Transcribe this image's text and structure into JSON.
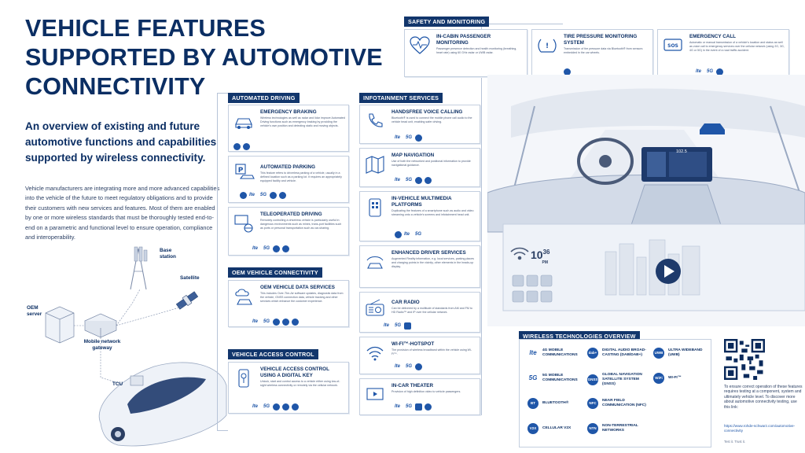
{
  "title": "VEHICLE FEATURES SUPPORTED BY AUTOMOTIVE CONNECTIVITY",
  "subtitle": "An overview of existing and future automotive functions and capabilities supported by wireless connectivity.",
  "intro": "Vehicle manufacturers are integrating more and more advanced capabilities into the vehicle of the future to meet regulatory obligations and to provide their customers with new services and features. Most of them are enabled by one or more wireless standards that must be thoroughly tested end-to-end on a parametric and functional level to ensure operation, compliance and interoperability.",
  "network": {
    "base_station": "Base station",
    "satellite": "Satellite",
    "oem_server": "OEM server",
    "gateway": "Mobile network gateway",
    "tcu": "TCU"
  },
  "sections": {
    "safety": "SAFETY AND MONITORING",
    "automated": "AUTOMATED DRIVING",
    "infotainment": "INFOTAINMENT SERVICES",
    "oem": "OEM VEHICLE CONNECTIVITY",
    "access": "VEHICLE ACCESS CONTROL",
    "wireless": "WIRELESS TECHNOLOGIES OVERVIEW"
  },
  "safety_cards": [
    {
      "title": "IN-CABIN PASSENGER MONITORING",
      "desc": "Passenger presence detection and health monitoring (breathing, heart rate) using 60 GHz radar or UWB radar."
    },
    {
      "title": "TIRE PRESSURE MONITORING SYSTEM",
      "desc": "Transmission of tire pressure data via Bluetooth® from sensors embedded in the car wheels."
    },
    {
      "title": "EMERGENCY CALL",
      "desc": "Automatic or manual transmission of a vehicle's location and status as well as voice call to emergency services over the cellular network (using 2G, 3G, 4G or 5G) in the event of a road traffic accident."
    }
  ],
  "automated_cards": [
    {
      "title": "EMERGENCY BRAKING",
      "desc": "Wireless technologies as well as radar and lidar improve Automated Driving functions such as emergency braking by providing the vehicle's own position and detecting static and moving objects."
    },
    {
      "title": "AUTOMATED PARKING",
      "desc": "This feature refers to driverless parking of a vehicle, usually in a defined location such as a parking lot. It requires an appropriately equipped facility and vehicle."
    },
    {
      "title": "TELEOPERATED DRIVING",
      "desc": "Remotely controlling a driverless vehicle is particularly useful in dangerous environments such as mines, trans-port facilities such as ports or personal transportation such as car-sharing."
    }
  ],
  "oem_cards": [
    {
      "title": "OEM VEHICLE DATA SERVICES",
      "desc": "This includes Over-The-Air software updates, diagnostic data from the vehicle, GNSS connection data, vehicle tracking and other services which enhance the customer experience."
    }
  ],
  "access_cards": [
    {
      "title": "VEHICLE ACCESS CONTROL USING A DIGITAL KEY",
      "desc": "Unlock, start and control access to a vehicle either using low-of-sight wireless connectivity or remotely via the cellular network."
    }
  ],
  "infotainment_cards": [
    {
      "title": "HANDSFREE VOICE CALLING",
      "desc": "Bluetooth® is used to connect the mobile phone call audio to the vehicle head unit, enabling safer driving."
    },
    {
      "title": "MAP NAVIGATION",
      "desc": "Use of both the networked and positional information to provide navigational guidance."
    },
    {
      "title": "IN-VEHICLE MULTIMEDIA PLATFORMS",
      "desc": "Duplicating the features of a smartphone such as audio and video streaming onto a vehicle's screens and infotainment head unit."
    },
    {
      "title": "ENHANCED DRIVER SERVICES",
      "desc": "Augmented Reality information, e.g. local services, parking places and charging points in the vicinity, other elements in the heads-up display."
    },
    {
      "title": "CAR RADIO",
      "desc": "Can be delivered by a multitude of standards from AM and FM to HD Radio™ and IP over the cellular network."
    },
    {
      "title": "WI-FI™-HOTSPOT",
      "desc": "The provision of wireless broadband within the vehicle using Wi-Fi™."
    },
    {
      "title": "IN-CAR THEATER",
      "desc": "Provision of high definition video to vehicle passengers."
    }
  ],
  "clock": {
    "hh": "10",
    "mm": "36",
    "pm": "PM"
  },
  "nav_speed": "102.5",
  "wireless": [
    {
      "icon": "lte",
      "label": "4G MOBILE COMMUNICATIONS"
    },
    {
      "icon": "dab+",
      "label": "DIGITAL AUDIO BROAD-CASTING (DAB/DAB+)"
    },
    {
      "icon": "UWB",
      "label": "ULTRA WIDEBAND (UWB)"
    },
    {
      "icon": "5G",
      "label": "5G MOBILE COMMUNICATIONS"
    },
    {
      "icon": "GNSS",
      "label": "GLOBAL NAVIGATION SATELLITE SYSTEM (GNSS)"
    },
    {
      "icon": "WiFi",
      "label": "WI-FI™"
    },
    {
      "icon": "BT",
      "label": "BLUETOOTH®"
    },
    {
      "icon": "NFC",
      "label": "NEAR FIELD COMMUNICATION (NFC)"
    },
    {
      "icon": "V2X",
      "label": "CELLULAR V2X"
    },
    {
      "icon": "NTN",
      "label": "NON-TERRESTRIAL NETWORKS"
    }
  ],
  "cta": "To ensure correct operation of these features requires testing at a component, system and ultimately vehicle level. To discover more about automotive connectivity testing, use this link:",
  "link": "https://www.rohde-schwarz.com/automotive-connectivity",
  "footnote": "Test it. Trust it.",
  "colors": {
    "navy": "#0b2e63",
    "accent": "#1f56a8",
    "border": "#c4cfdf"
  }
}
